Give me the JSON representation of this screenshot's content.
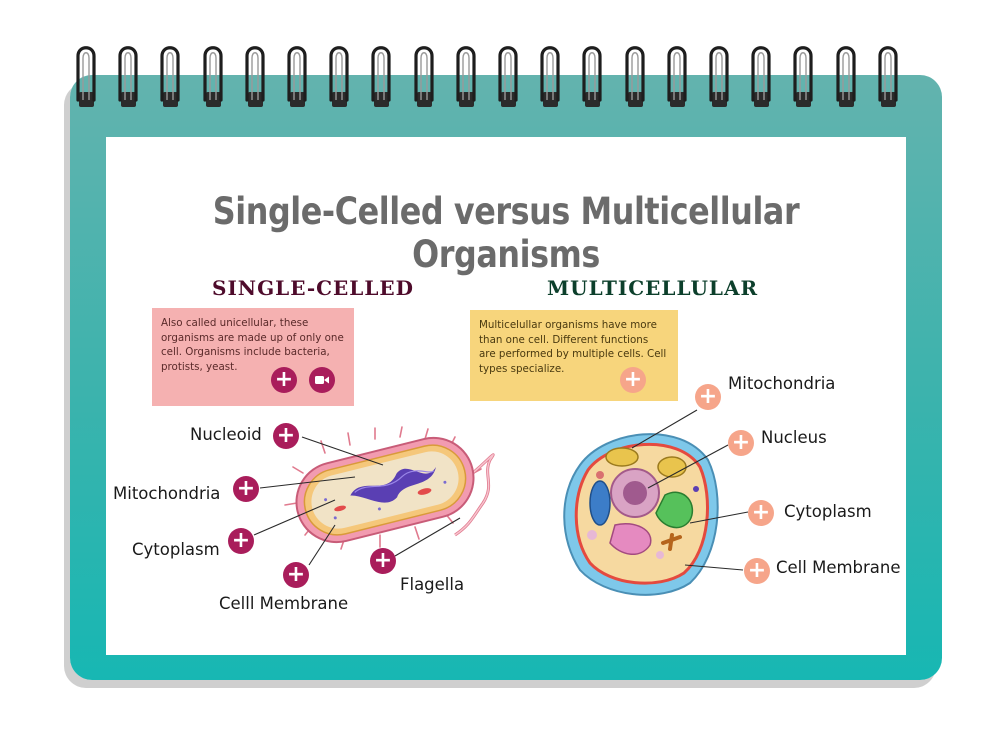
{
  "title": "Single-Celled versus Multicellular Organisms",
  "single": {
    "heading": "SINGLE-CELLED",
    "description": "Also called unicellular, these organisms are made up of only one cell. Organisms include bacteria, protists, yeast.",
    "labels": {
      "nucleoid": "Nucleoid",
      "mitochondria": "Mitochondria",
      "cytoplasm": "Cytoplasm",
      "cell_membrane": "Celll  Membrane",
      "flagella": "Flagella"
    }
  },
  "multi": {
    "heading": "MULTICELLULAR",
    "description": "Multicelullar organisms have more than one cell. Different functions are performed by multiple cells. Cell types specialize.",
    "labels": {
      "mitochondria": "Mitochondria",
      "nucleus": "Nucleus",
      "cytoplasm": "Cytoplasm",
      "cell_membrane": "Cell Membrane"
    }
  },
  "icons": {
    "hotspot": "plus-icon",
    "video": "video-camera-icon",
    "binding": "spiral-ring-icon"
  },
  "colors": {
    "frame": "#3ab3ad",
    "single_heading": "#4e0b2b",
    "multi_heading": "#0c3f2b",
    "single_box": "#f5b1b1",
    "multi_box": "#f7d57c",
    "hotspot_single": "#a91d5b",
    "hotspot_multi": "#f6a58a",
    "title": "#6b6b6b"
  }
}
